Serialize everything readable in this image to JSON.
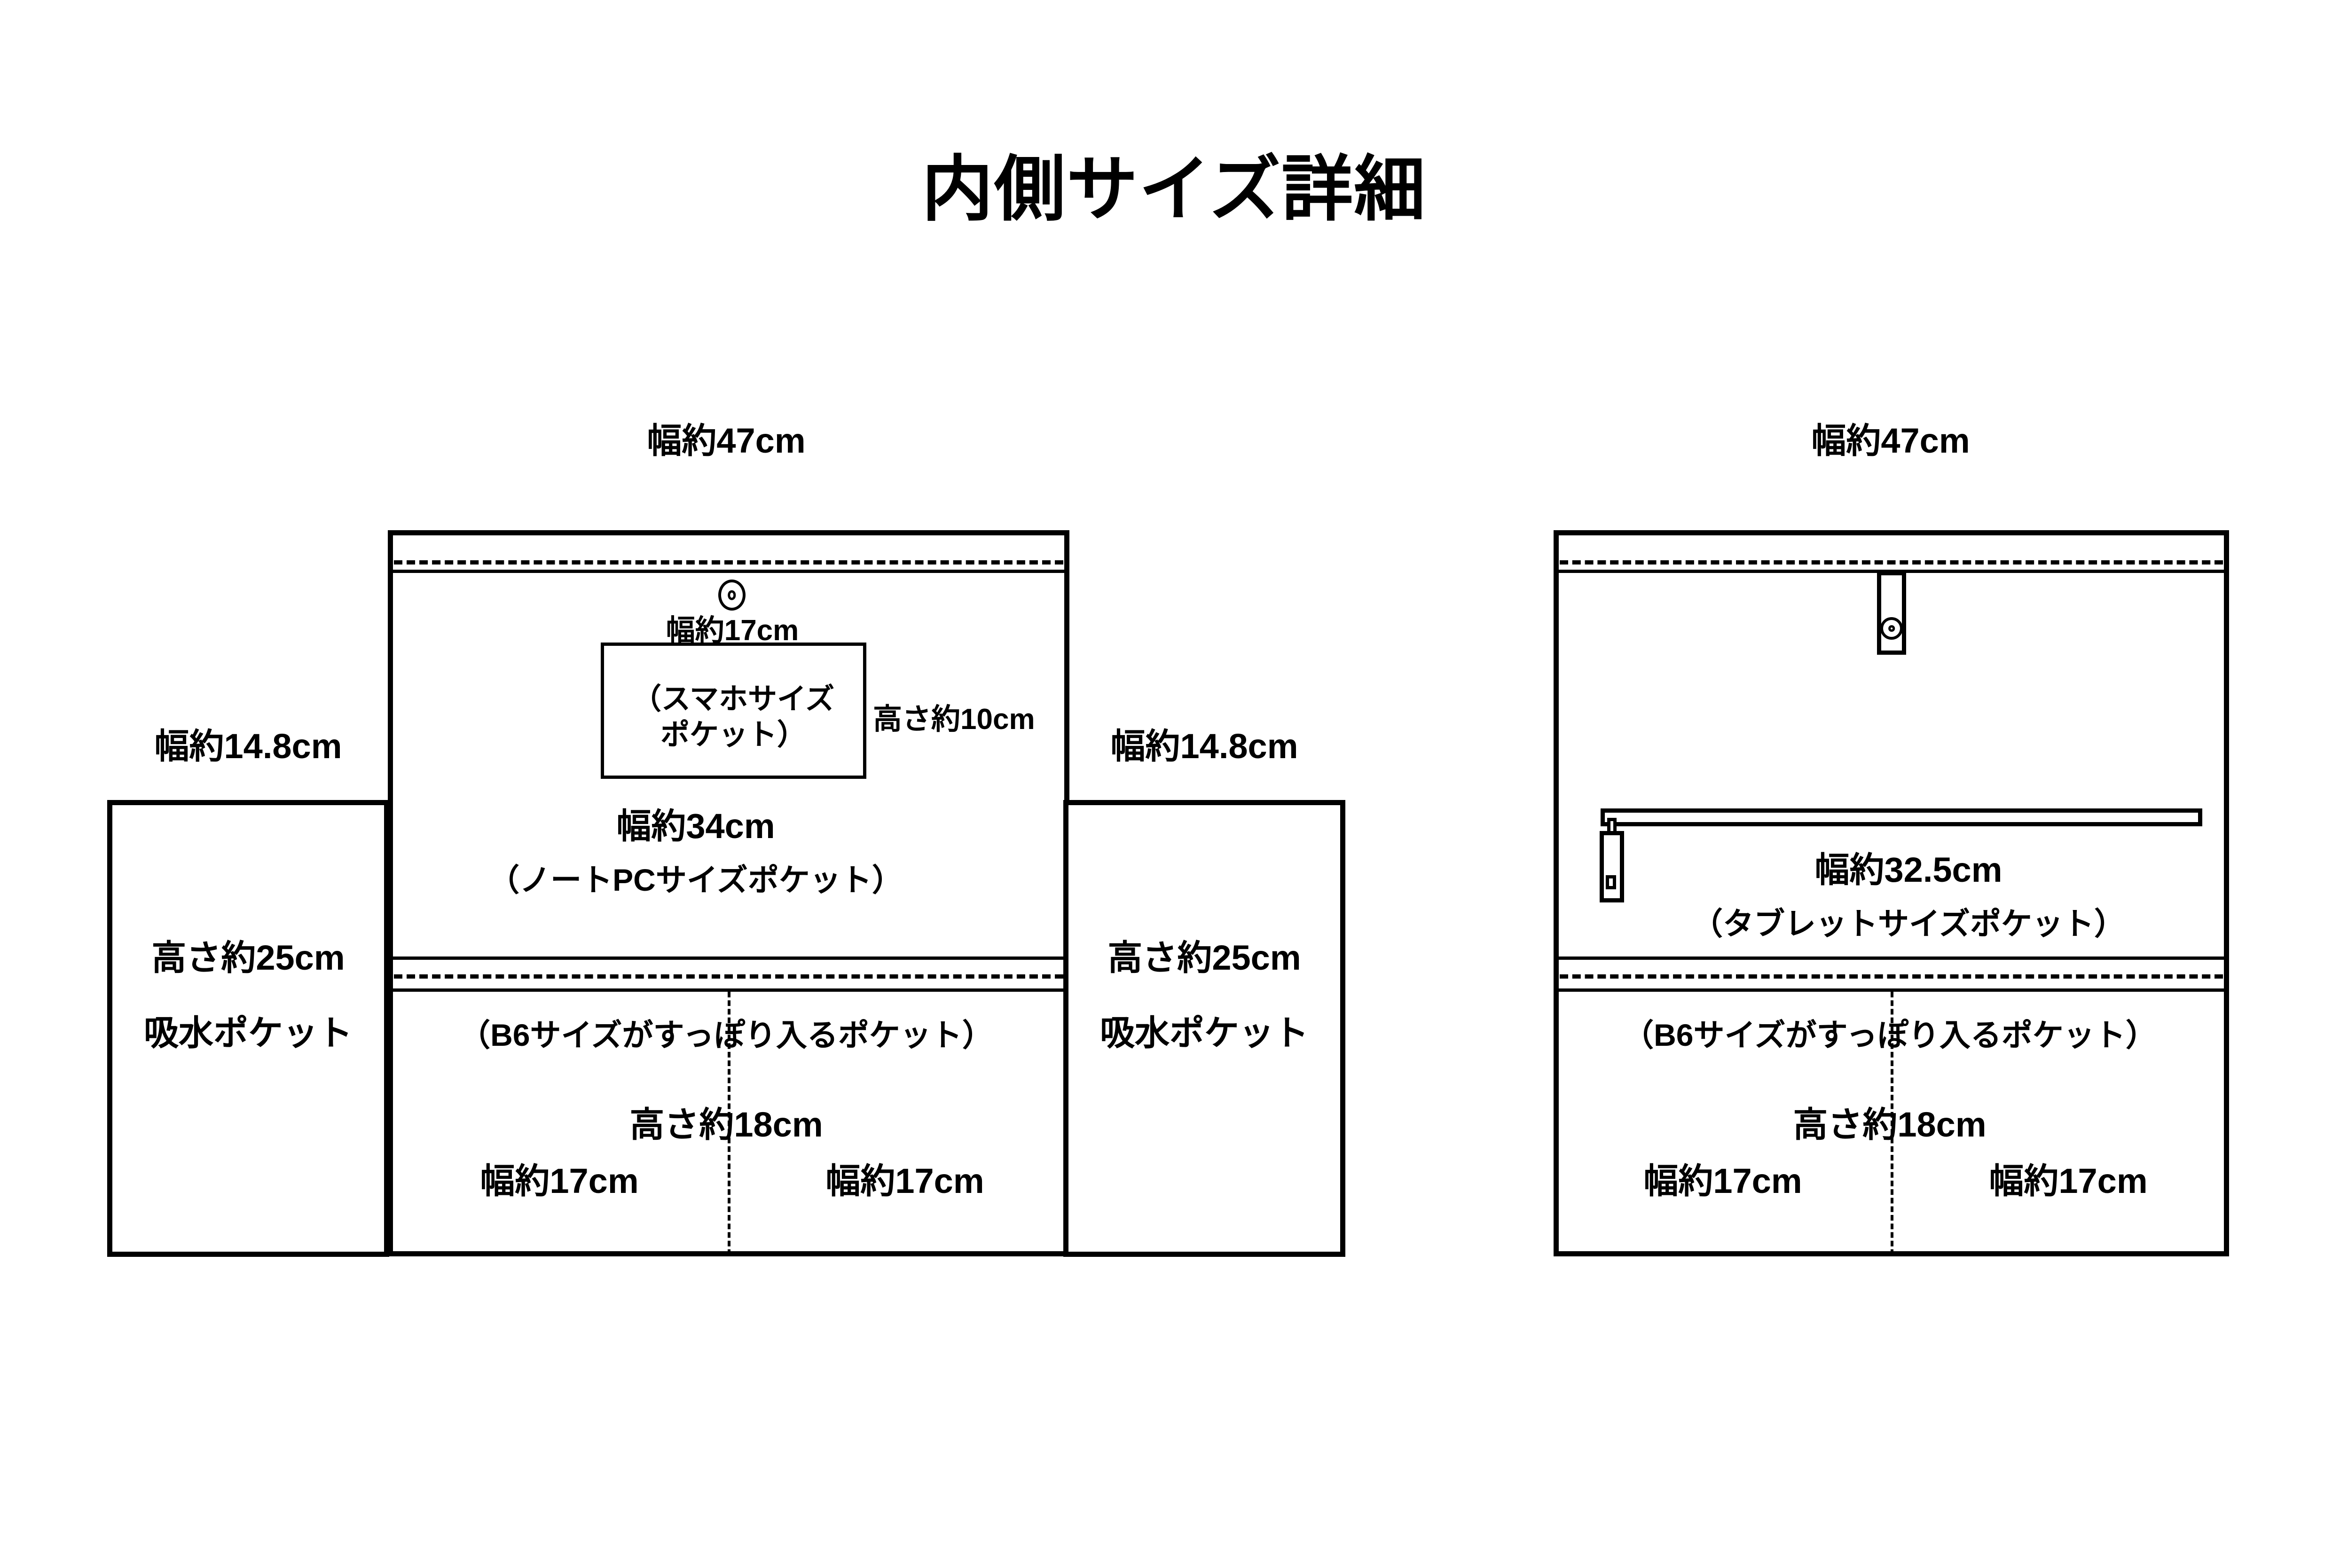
{
  "page": {
    "title": "内側サイズ詳細",
    "background_color": "#ffffff",
    "line_color": "#000000"
  },
  "diagrams": [
    {
      "id": "left",
      "name": "front-inside-layout",
      "top_width_label": "幅約47cm",
      "side_panel_left": {
        "width_label": "幅約14.8cm",
        "height_label": "高さ約25cm",
        "pocket_label": "吸水ポケット"
      },
      "side_panel_right": {
        "width_label": "幅約14.8cm",
        "height_label": "高さ約25cm",
        "pocket_label": "吸水ポケット"
      },
      "snap_button": {
        "icon": "snap-button-icon"
      },
      "phone_pocket": {
        "width_label": "幅約17cm",
        "height_label": "高さ約10cm",
        "caption": "（スマホサイズ\nポケット）",
        "caption_line1": "（スマホサイズ",
        "caption_line2": "ポケット）"
      },
      "laptop_pocket": {
        "width_label": "幅約34cm",
        "caption": "（ノートPCサイズポケット）"
      },
      "b6_pocket": {
        "caption": "（B6サイズがすっぽり入るポケット）",
        "height_label": "高さ約18cm",
        "left_width_label": "幅約17cm",
        "right_width_label": "幅約17cm"
      }
    },
    {
      "id": "right",
      "name": "back-inside-layout",
      "top_width_label": "幅約47cm",
      "strap": {
        "icon": "strap-tab-icon",
        "snap_icon": "snap-button-icon"
      },
      "zipper": {
        "icon": "zipper-icon"
      },
      "tablet_pocket": {
        "width_label": "幅約32.5cm",
        "caption": "（タブレットサイズポケット）"
      },
      "b6_pocket": {
        "caption": "（B6サイズがすっぽり入るポケット）",
        "height_label": "高さ約18cm",
        "left_width_label": "幅約17cm",
        "right_width_label": "幅約17cm"
      }
    }
  ]
}
